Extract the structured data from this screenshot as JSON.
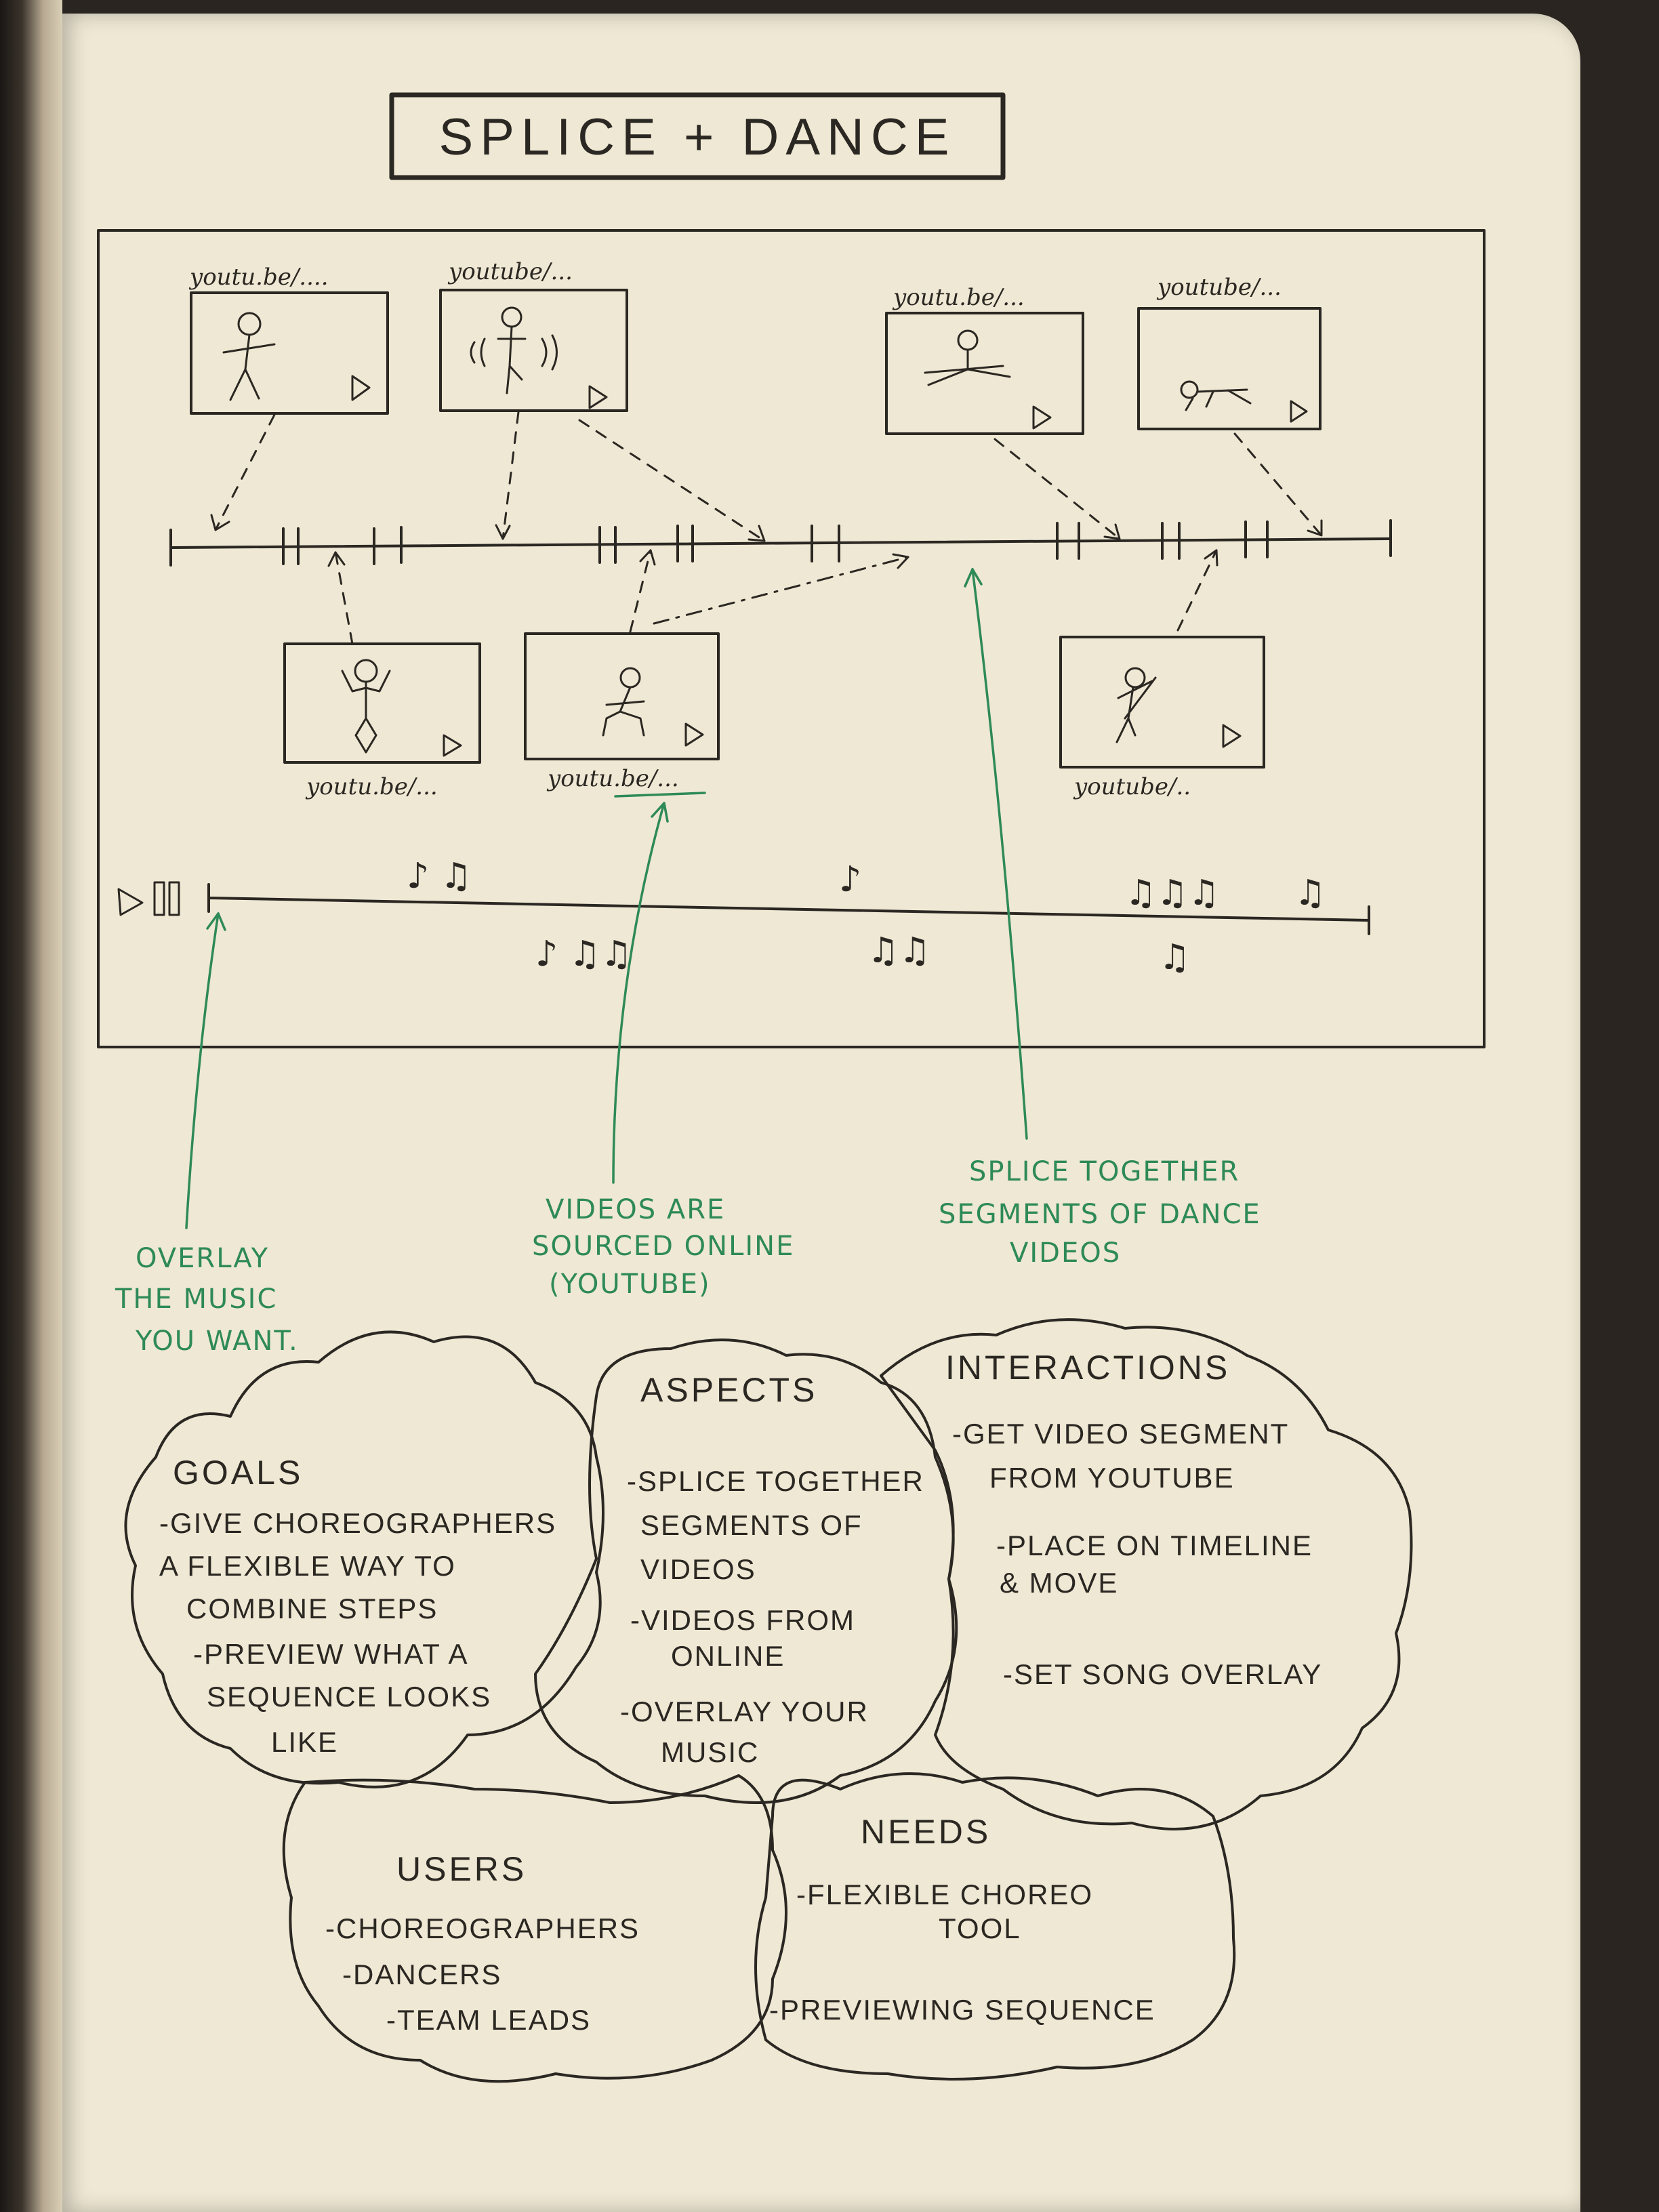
{
  "title": "SPLICE + DANCE",
  "top_clips": [
    {
      "url": "youtu.be/...."
    },
    {
      "url": "youtube/..."
    },
    {
      "url": "youtu.be/..."
    },
    {
      "url": "youtube/..."
    }
  ],
  "bottom_clips": [
    {
      "url": "youtu.be/..."
    },
    {
      "url": "youtu.be/..."
    },
    {
      "url": "youtube/.."
    }
  ],
  "annotations": {
    "overlay": [
      "OVERLAY",
      "THE MUSIC",
      "YOU WANT."
    ],
    "sourced": [
      "VIDEOS ARE",
      "SOURCED ONLINE",
      "(YOUTUBE)"
    ],
    "splice": [
      "SPLICE TOGETHER",
      "SEGMENTS OF DANCE",
      "VIDEOS"
    ]
  },
  "goals": {
    "heading": "GOALS",
    "lines": [
      "-GIVE CHOREOGRAPHERS",
      "A FLEXIBLE WAY TO",
      "COMBINE STEPS",
      "-PREVIEW WHAT A",
      "SEQUENCE LOOKS",
      "LIKE"
    ]
  },
  "aspects": {
    "heading": "ASPECTS",
    "lines": [
      "-SPLICE TOGETHER",
      "SEGMENTS OF",
      "VIDEOS",
      "-VIDEOS FROM",
      "ONLINE",
      "-OVERLAY YOUR",
      "MUSIC"
    ]
  },
  "interactions": {
    "heading": "INTERACTIONS",
    "lines": [
      "-GET VIDEO SEGMENT",
      "FROM YOUTUBE",
      "-PLACE ON TIMELINE",
      "& MOVE",
      "-SET SONG OVERLAY"
    ]
  },
  "users": {
    "heading": "USERS",
    "lines": [
      "-CHOREOGRAPHERS",
      "-DANCERS",
      "-TEAM LEADS"
    ]
  },
  "needs": {
    "heading": "NEEDS",
    "lines": [
      "-FLEXIBLE CHOREO",
      "TOOL",
      "-PREVIEWING SEQUENCE"
    ]
  },
  "colors": {
    "ink": "#2b2722",
    "annotation": "#2e8a58",
    "paper": "#efe8d4"
  }
}
